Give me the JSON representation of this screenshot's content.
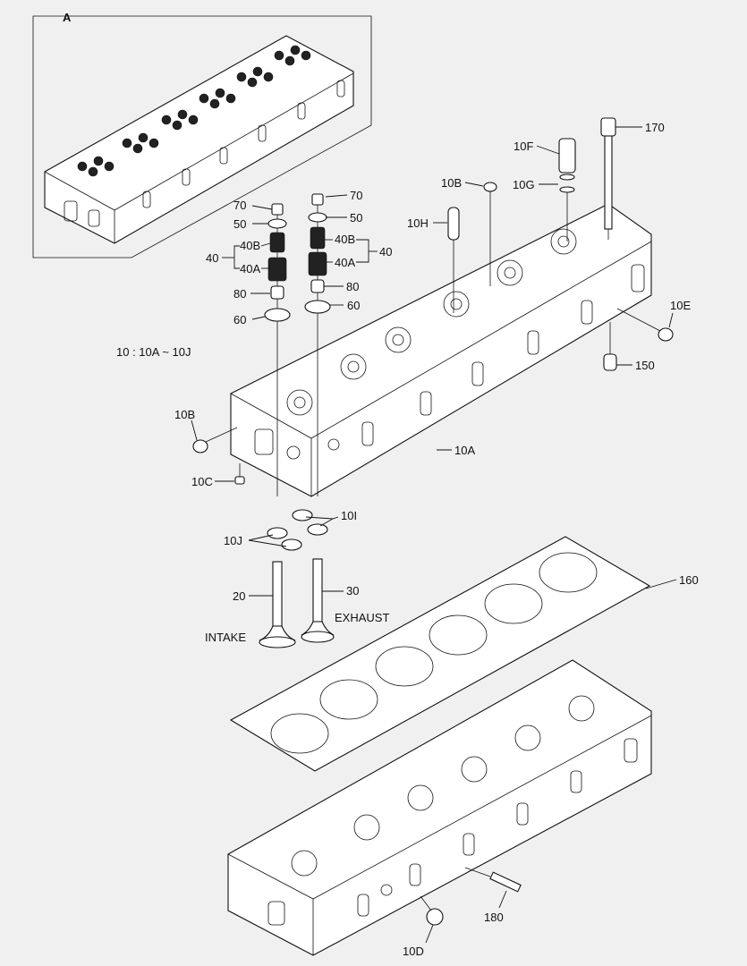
{
  "inset": {
    "label": "A"
  },
  "note": "10 : 10A ~ 10J",
  "callouts": {
    "c170": "170",
    "c10F": "10F",
    "c10G": "10G",
    "c10B_top": "10B",
    "c10H": "10H",
    "c70_left": "70",
    "c70_right": "70",
    "c50_left": "50",
    "c50_right": "50",
    "c40B_left": "40B",
    "c40B_right": "40B",
    "c40_left": "40",
    "c40_right": "40",
    "c40A_left": "40A",
    "c40A_right": "40A",
    "c80_left": "80",
    "c80_right": "80",
    "c60_left": "60",
    "c60_right": "60",
    "c10E": "10E",
    "c150": "150",
    "c10B_left": "10B",
    "c10A": "10A",
    "c10C": "10C",
    "c10I": "10I",
    "c10J": "10J",
    "c20": "20",
    "c30": "30",
    "c160": "160",
    "c180": "180",
    "c10D": "10D"
  },
  "valves": {
    "intake": "INTAKE",
    "exhaust": "EXHAUST"
  },
  "colors": {
    "background": "#f0f0f0",
    "line": "#111111",
    "part_fill": "#ffffff"
  }
}
